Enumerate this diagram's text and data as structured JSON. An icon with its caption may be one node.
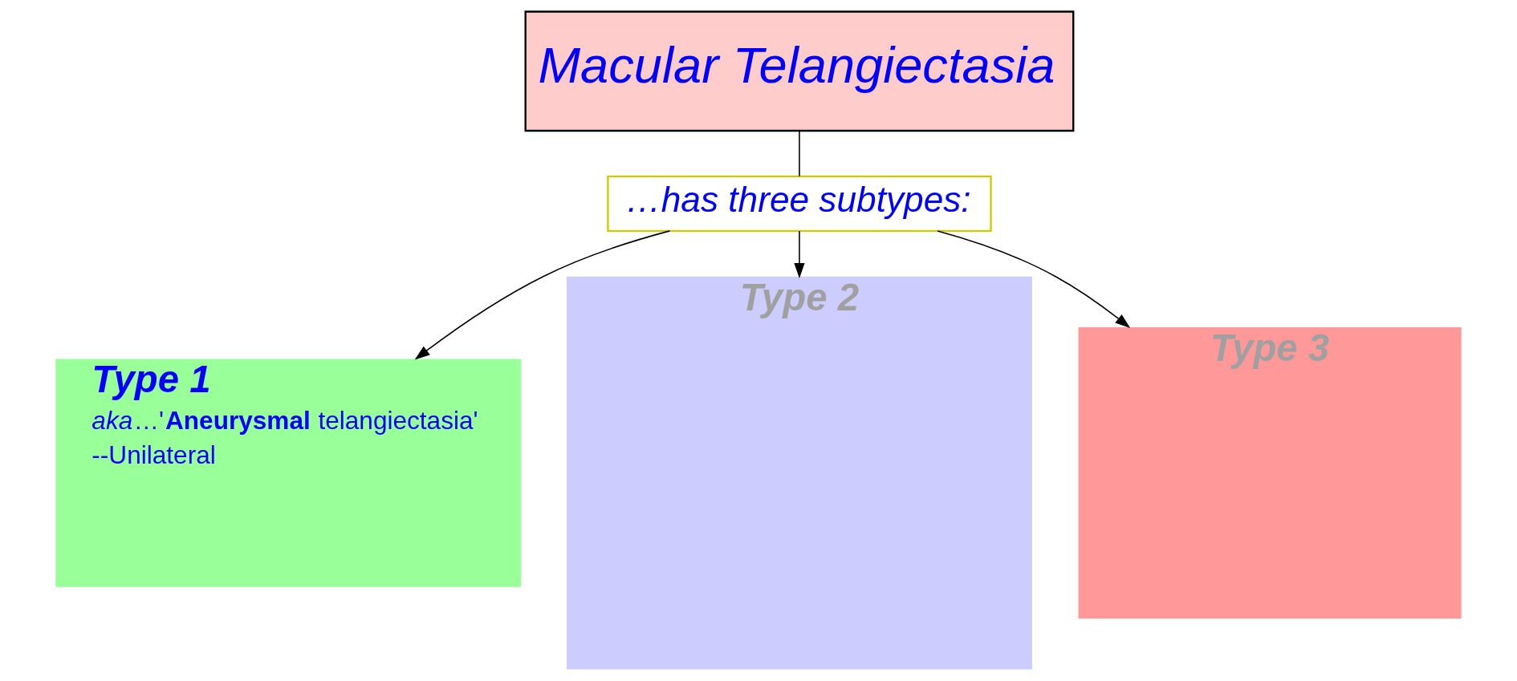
{
  "diagram": {
    "nodes": [
      {
        "text": [
          "Macular Telangiectasia"
        ]
      },
      {
        "text": [
          "…has three subtypes:"
        ]
      },
      {
        "text": [
          "Type 1",
          "*aka*…'**Aneurysmal**  telangiectasia'",
          "--Unilateral"
        ]
      },
      {
        "text": [
          "Type 2"
        ]
      },
      {
        "text": [
          "Type 3"
        ]
      }
    ],
    "edges": [
      {
        "from": 0,
        "to": 1,
        "arrow": "none"
      },
      {
        "from": 1,
        "to": 2,
        "arrow": "to"
      },
      {
        "from": 1,
        "to": 3,
        "arrow": "to"
      },
      {
        "from": 1,
        "to": 4,
        "arrow": "to"
      }
    ]
  }
}
